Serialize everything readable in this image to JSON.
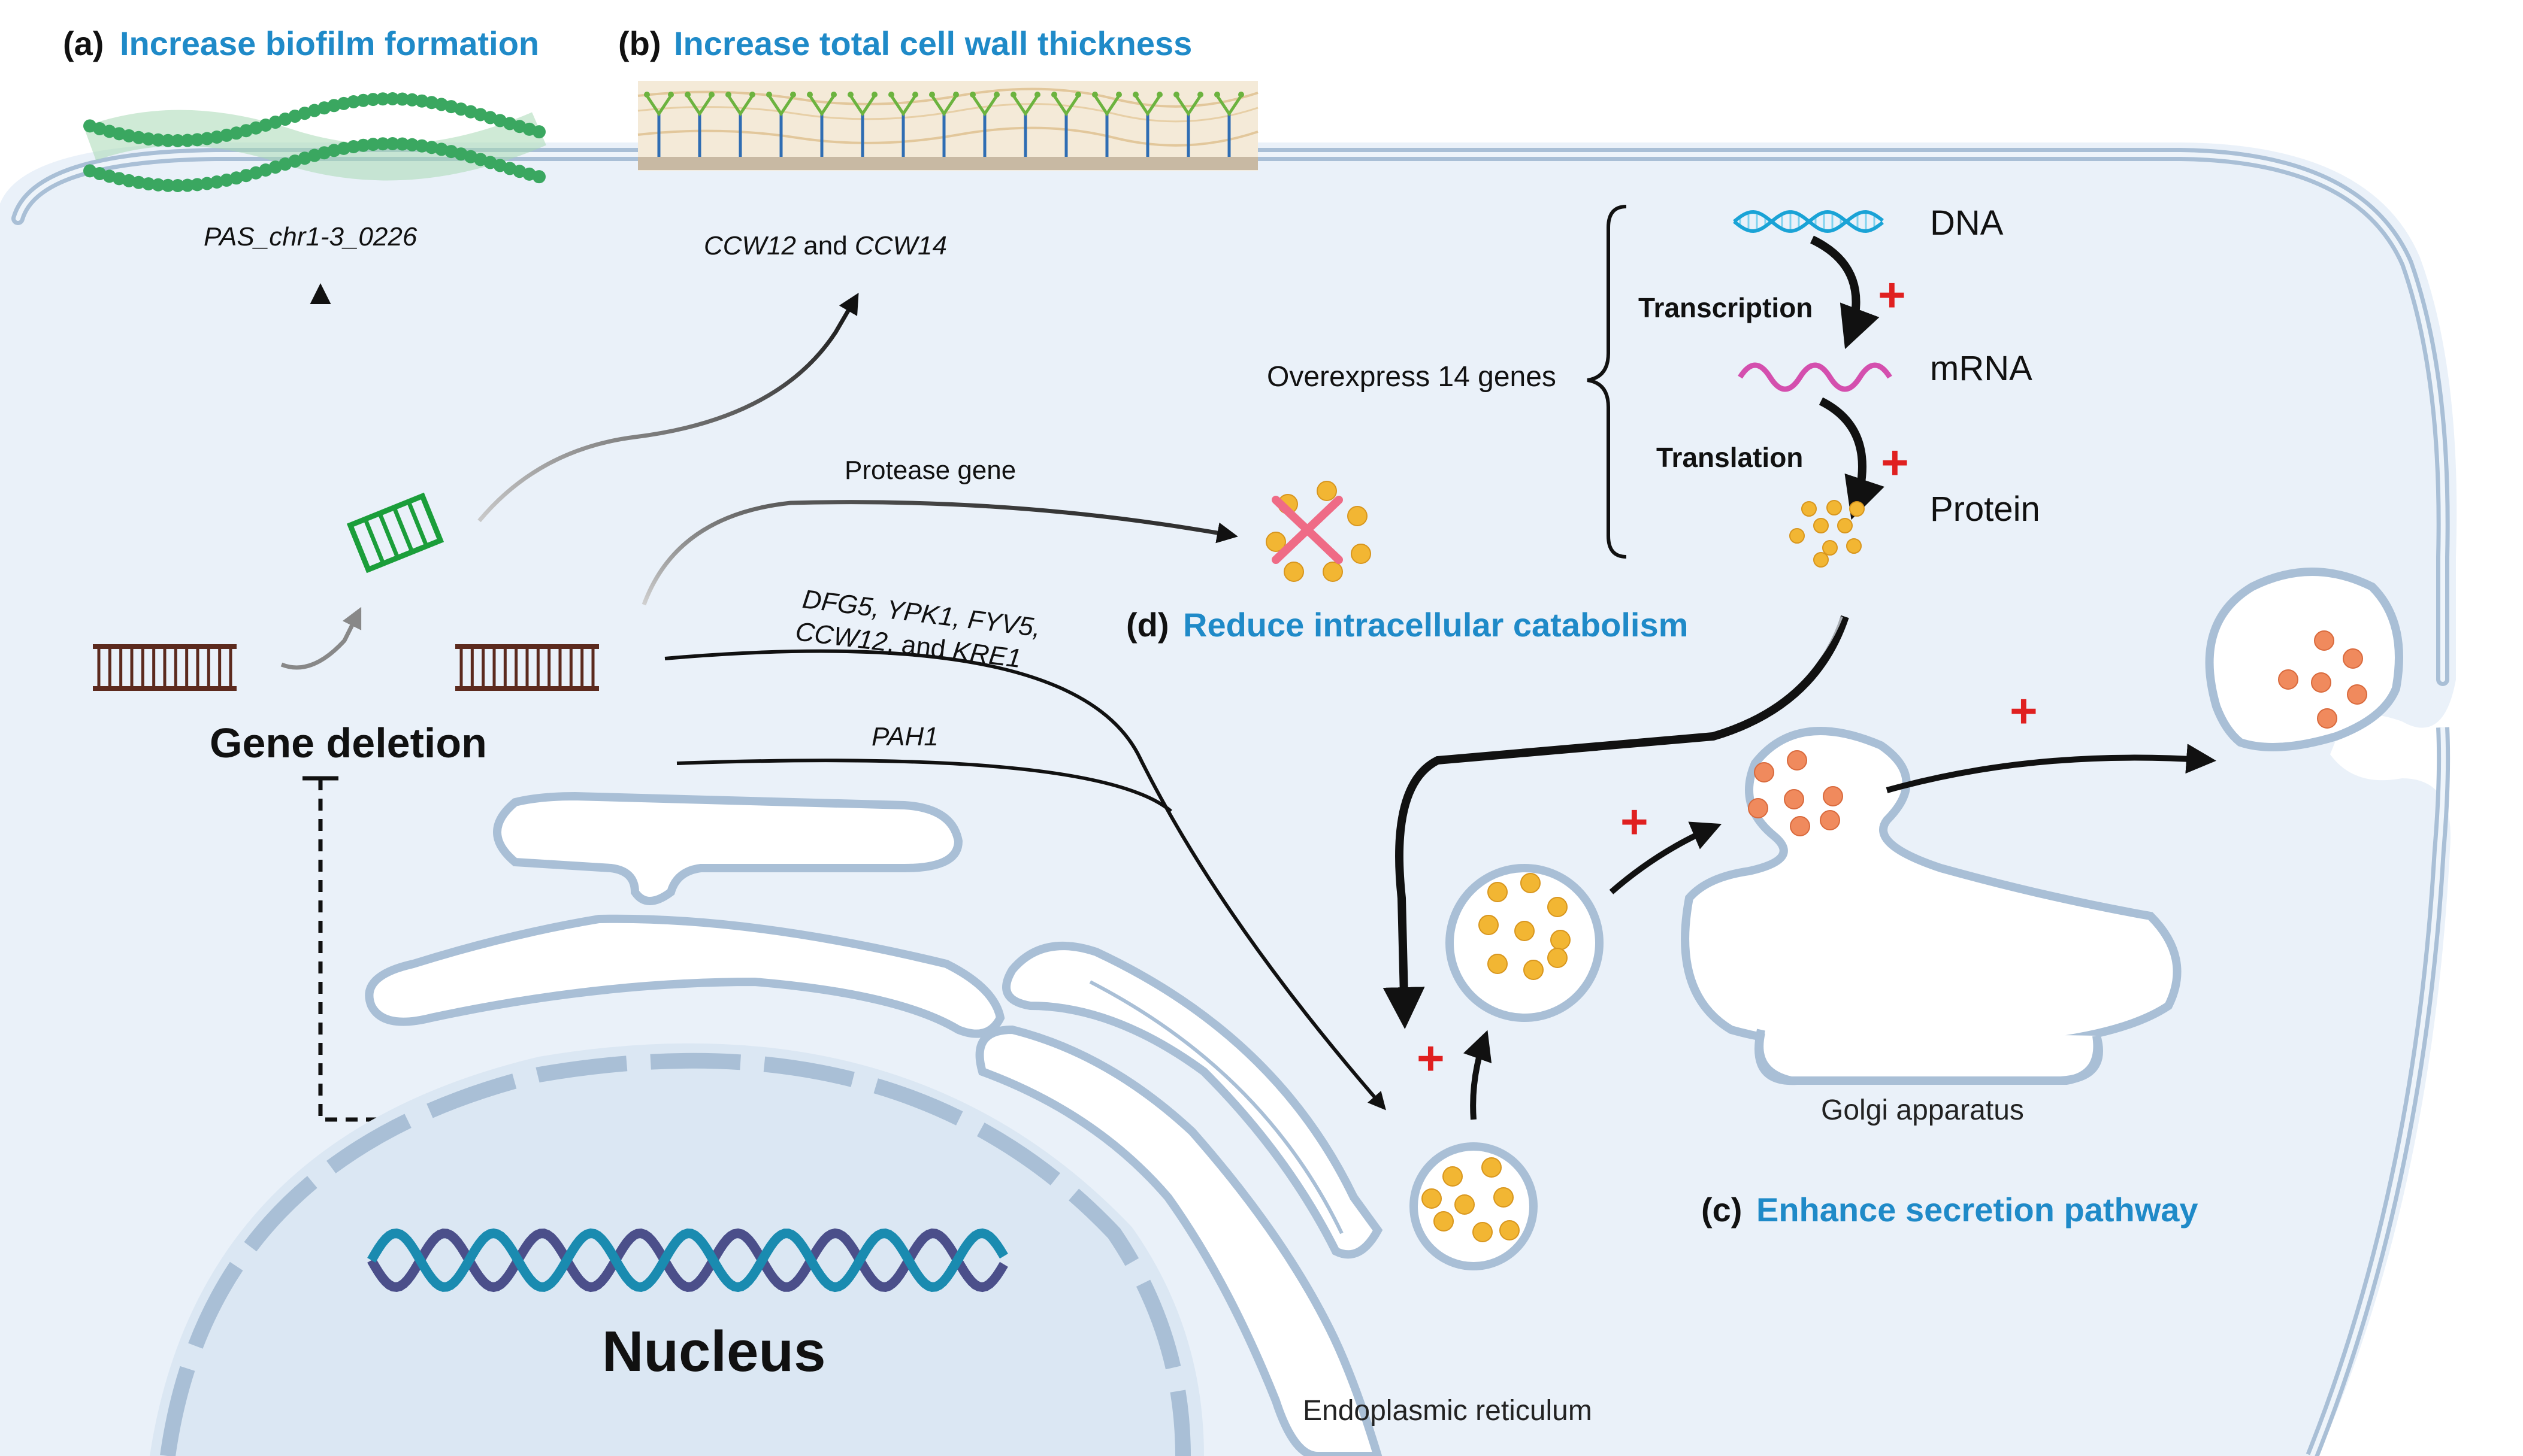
{
  "colors": {
    "cytoplasm": "#eaf1f9",
    "membrane": "#a9bfd6",
    "membrane_dark": "#8ea7c1",
    "organelle_fill": "#ffffff",
    "nucleus": "#dbe7f3",
    "accent_blue": "#1f8ac8",
    "plus_red": "#e02020",
    "vesicle_yellow": "#f2b633",
    "vesicle_orange": "#f08a5d",
    "dna_dark": "#4b4f8a",
    "dna_teal": "#1a8bb0",
    "gene_brown": "#5c2a1e",
    "crispr_green": "#1b9e3a",
    "mrna_pink": "#d44fae",
    "cross_pink": "#ef6b86"
  },
  "panels": {
    "a": {
      "letter": "(a)",
      "title": "Increase biofilm formation"
    },
    "b": {
      "letter": "(b)",
      "title": "Increase total cell wall thickness"
    },
    "c": {
      "letter": "(c)",
      "title": "Enhance secretion pathway"
    },
    "d": {
      "letter": "(d)",
      "title": "Reduce intracellular catabolism"
    }
  },
  "genes": {
    "pas": "PAS_chr1-3_0226",
    "ccw_a": "CCW12",
    "ccw_and": " and ",
    "ccw_b": "CCW14",
    "protease": "Protease gene",
    "multi_line1": "DFG5, YPK1, FYV5,",
    "multi_line2_a": "CCW12",
    "multi_line2_b": ", and ",
    "multi_line2_c": "KRE1",
    "pah1": "PAH1"
  },
  "labels": {
    "gene_deletion": "Gene deletion",
    "nucleus": "Nucleus",
    "er": "Endoplasmic reticulum",
    "golgi": "Golgi apparatus",
    "overexpress": "Overexpress 14 genes",
    "dna": "DNA",
    "mrna": "mRNA",
    "protein": "Protein",
    "transcription": "Transcription",
    "translation": "Translation",
    "plus": "+"
  }
}
